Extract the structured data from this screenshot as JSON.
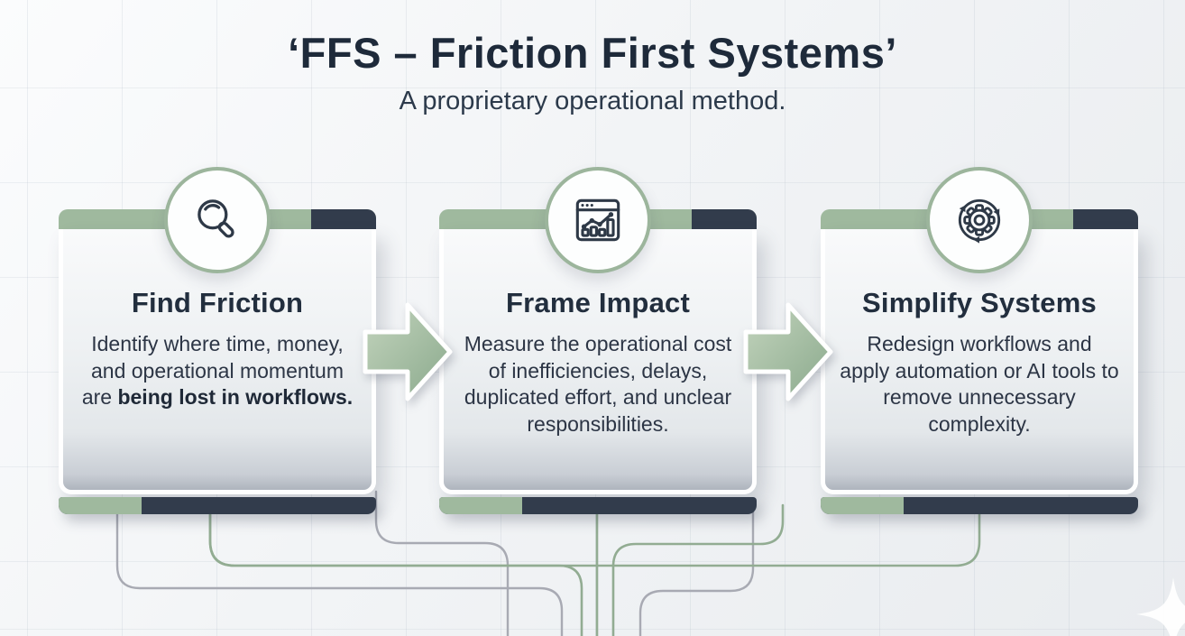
{
  "header": {
    "title": "‘FFS – Friction First Systems’",
    "subtitle": "A proprietary operational method."
  },
  "cards": [
    {
      "title": "Find Friction",
      "icon": "magnifier-icon",
      "desc_regular": "Identify where time, money, and operational momentum are ",
      "desc_bold": "being lost in workflows."
    },
    {
      "title": "Frame Impact",
      "icon": "chart-window-icon",
      "desc_regular": "Measure the operational cost of inefficiencies, delays, duplicated effort, and unclear responsibilities.",
      "desc_bold": ""
    },
    {
      "title": "Simplify Systems",
      "icon": "process-cycle-icon",
      "desc_regular": "Redesign workflows and apply automation or AI tools to remove unnecessary complexity.",
      "desc_bold": ""
    }
  ],
  "colors": {
    "sage": "#9fb99e",
    "navy": "#323c4c",
    "title_text": "#1e2a3a",
    "body_text": "#2c3545",
    "connector_green": "#92ac92",
    "connector_gray": "#a8aab3",
    "icon_stroke": "#2e3947"
  }
}
